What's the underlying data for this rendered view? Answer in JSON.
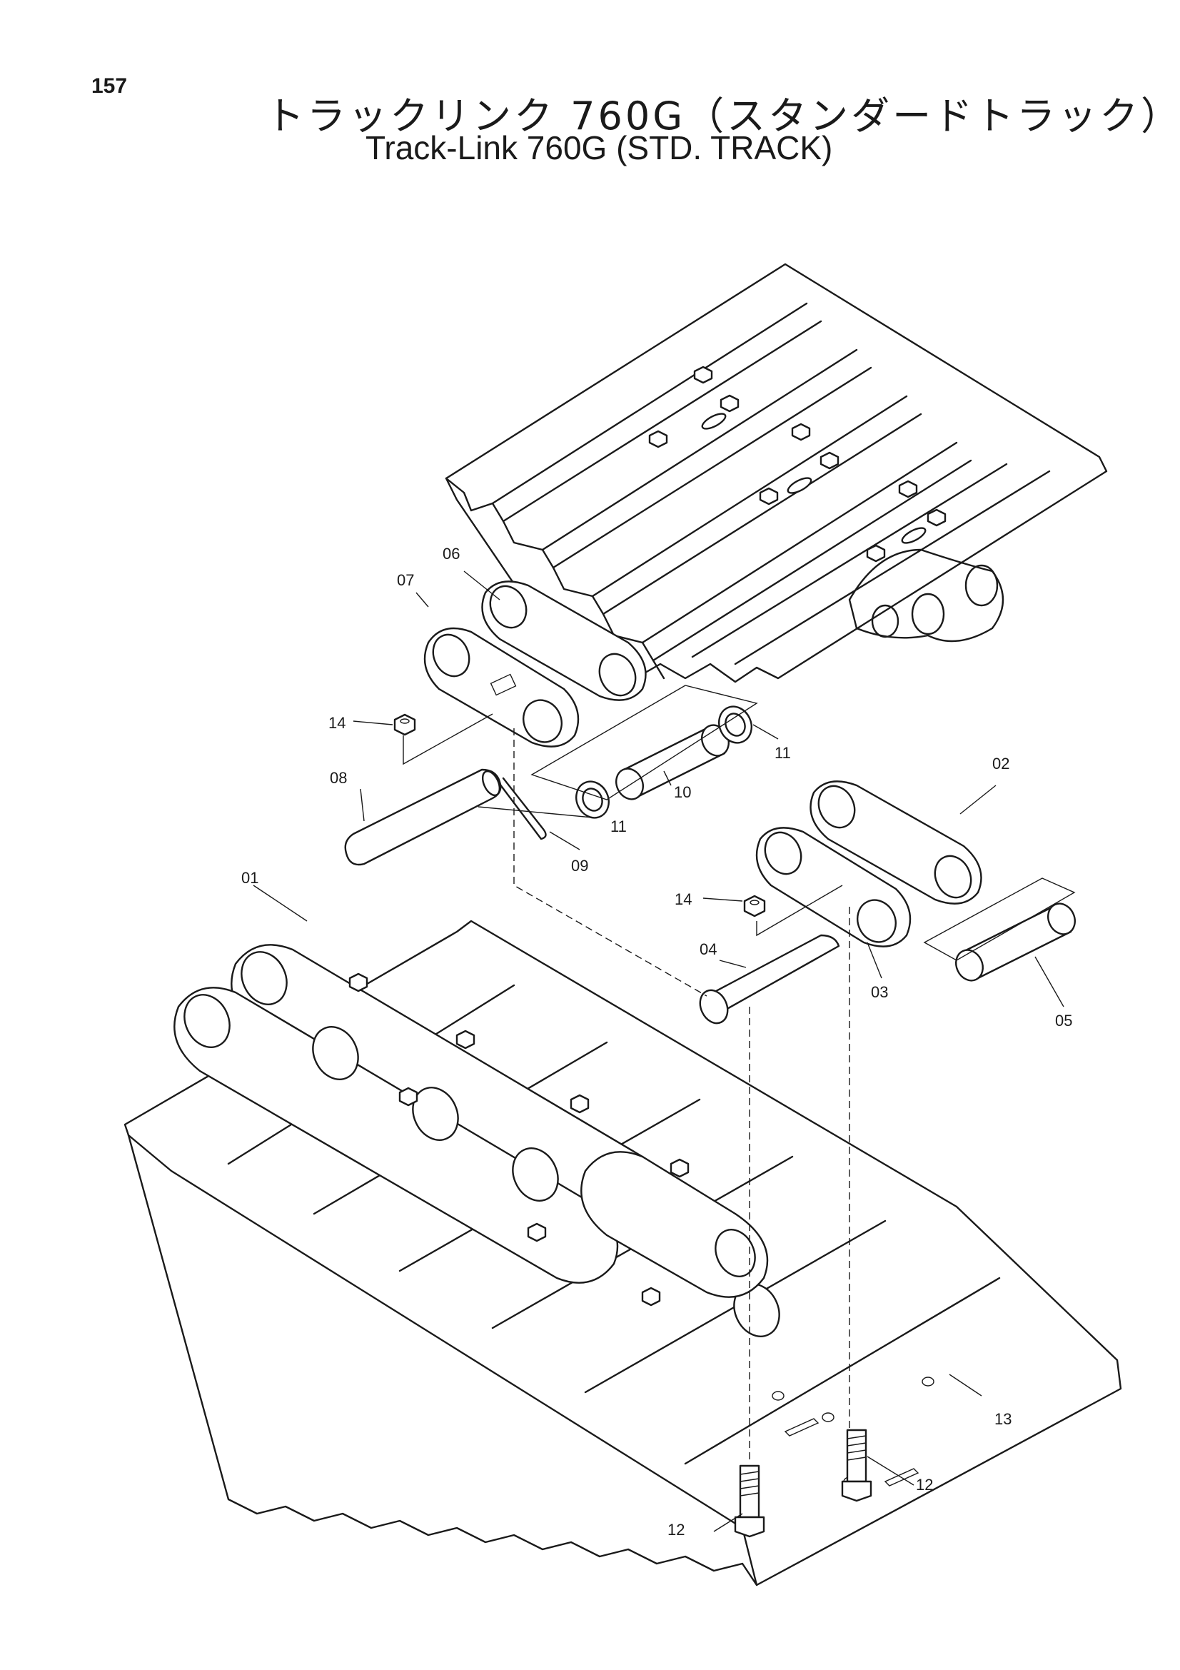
{
  "page_number": "157",
  "title_jp": "トラックリンク 760G（スタンダードトラック）",
  "title_en": "Track-Link 760G (STD. TRACK)",
  "callouts": {
    "c01": "01",
    "c02": "02",
    "c03": "03",
    "c04": "04",
    "c05": "05",
    "c06": "06",
    "c07": "07",
    "c08": "08",
    "c09": "09",
    "c10": "10",
    "c11a": "11",
    "c11b": "11",
    "c12a": "12",
    "c12b": "12",
    "c13": "13",
    "c14a": "14",
    "c14b": "14"
  }
}
